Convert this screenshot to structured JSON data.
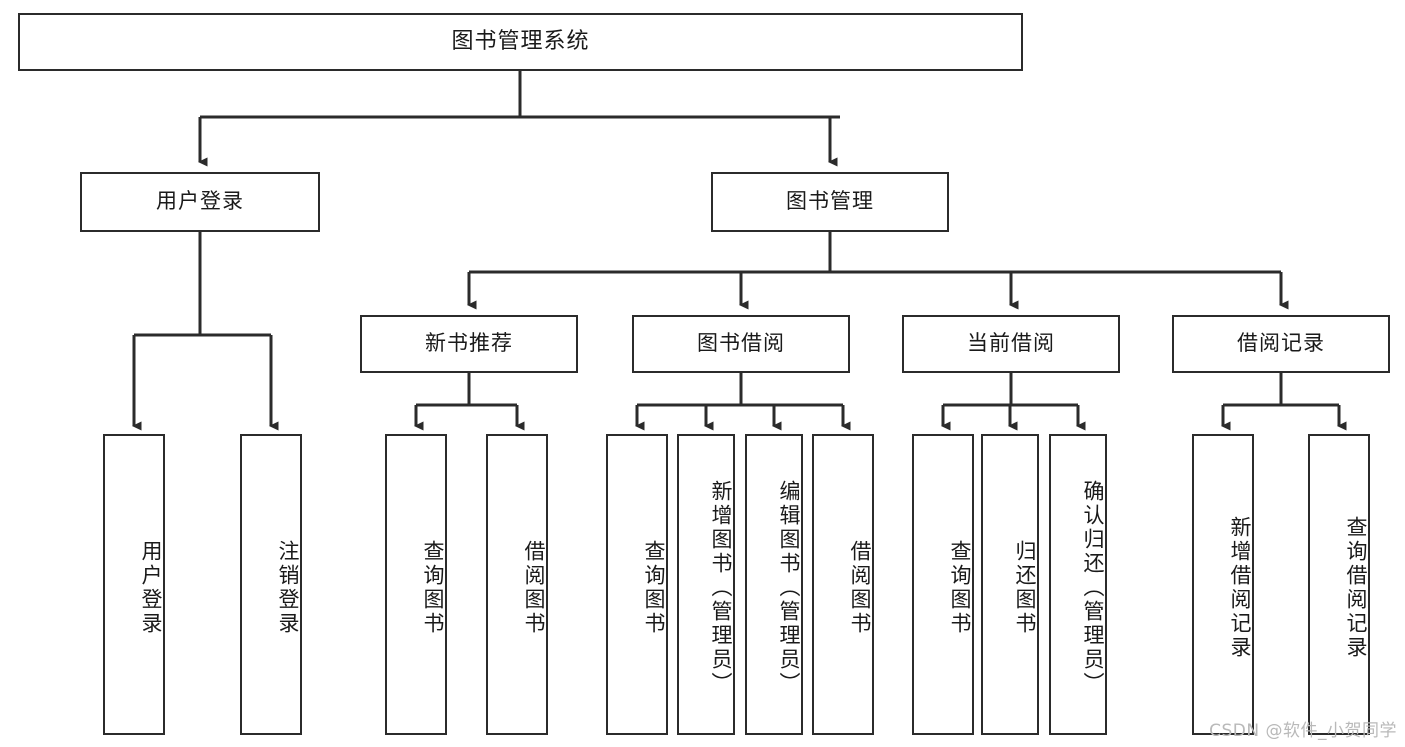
{
  "diagram": {
    "title": "图书管理系统",
    "type": "tree",
    "watermark": "CSDN @软件_小贺同学",
    "colors": {
      "background": "#ffffff",
      "node_fill": "#ffffff",
      "node_border": "#2b2b2b",
      "edge": "#2b2b2b",
      "text": "#1a1a1a",
      "watermark": "#b9b9b9"
    },
    "nodes": {
      "root": {
        "label": "图书管理系统",
        "level": 1,
        "orientation": "horizontal"
      },
      "user_login": {
        "label": "用户登录",
        "level": 2,
        "orientation": "horizontal"
      },
      "book_manage": {
        "label": "图书管理",
        "level": 2,
        "orientation": "horizontal"
      },
      "new_book_rec": {
        "label": "新书推荐",
        "level": 3,
        "orientation": "horizontal"
      },
      "book_borrow": {
        "label": "图书借阅",
        "level": 3,
        "orientation": "horizontal"
      },
      "current_borrow": {
        "label": "当前借阅",
        "level": 3,
        "orientation": "horizontal"
      },
      "borrow_record": {
        "label": "借阅记录",
        "level": 3,
        "orientation": "horizontal"
      },
      "leaf_user_login": {
        "label": "用户登录",
        "level": 3,
        "orientation": "vertical"
      },
      "leaf_logout": {
        "label": "注销登录",
        "level": 3,
        "orientation": "vertical"
      },
      "leaf_query_book_1": {
        "label": "查询图书",
        "level": 4,
        "orientation": "vertical"
      },
      "leaf_borrow_book_1": {
        "label": "借阅图书",
        "level": 4,
        "orientation": "vertical"
      },
      "leaf_query_book_2": {
        "label": "查询图书",
        "level": 4,
        "orientation": "vertical"
      },
      "leaf_add_book": {
        "label": "新增图书（管理员）",
        "level": 4,
        "orientation": "vertical"
      },
      "leaf_edit_book": {
        "label": "编辑图书（管理员）",
        "level": 4,
        "orientation": "vertical"
      },
      "leaf_borrow_book_2": {
        "label": "借阅图书",
        "level": 4,
        "orientation": "vertical"
      },
      "leaf_query_book_3": {
        "label": "查询图书",
        "level": 4,
        "orientation": "vertical"
      },
      "leaf_return_book": {
        "label": "归还图书",
        "level": 4,
        "orientation": "vertical"
      },
      "leaf_confirm_return": {
        "label": "确认归还（管理员）",
        "level": 4,
        "orientation": "vertical"
      },
      "leaf_add_record": {
        "label": "新增借阅记录",
        "level": 4,
        "orientation": "vertical"
      },
      "leaf_query_record": {
        "label": "查询借阅记录",
        "level": 4,
        "orientation": "vertical"
      }
    },
    "edges": [
      {
        "from": "root",
        "to": "user_login"
      },
      {
        "from": "root",
        "to": "book_manage"
      },
      {
        "from": "user_login",
        "to": "leaf_user_login"
      },
      {
        "from": "user_login",
        "to": "leaf_logout"
      },
      {
        "from": "book_manage",
        "to": "new_book_rec"
      },
      {
        "from": "book_manage",
        "to": "book_borrow"
      },
      {
        "from": "book_manage",
        "to": "current_borrow"
      },
      {
        "from": "book_manage",
        "to": "borrow_record"
      },
      {
        "from": "new_book_rec",
        "to": "leaf_query_book_1"
      },
      {
        "from": "new_book_rec",
        "to": "leaf_borrow_book_1"
      },
      {
        "from": "book_borrow",
        "to": "leaf_query_book_2"
      },
      {
        "from": "book_borrow",
        "to": "leaf_add_book"
      },
      {
        "from": "book_borrow",
        "to": "leaf_edit_book"
      },
      {
        "from": "book_borrow",
        "to": "leaf_borrow_book_2"
      },
      {
        "from": "current_borrow",
        "to": "leaf_query_book_3"
      },
      {
        "from": "current_borrow",
        "to": "leaf_return_book"
      },
      {
        "from": "current_borrow",
        "to": "leaf_confirm_return"
      },
      {
        "from": "borrow_record",
        "to": "leaf_add_record"
      },
      {
        "from": "borrow_record",
        "to": "leaf_query_record"
      }
    ]
  }
}
